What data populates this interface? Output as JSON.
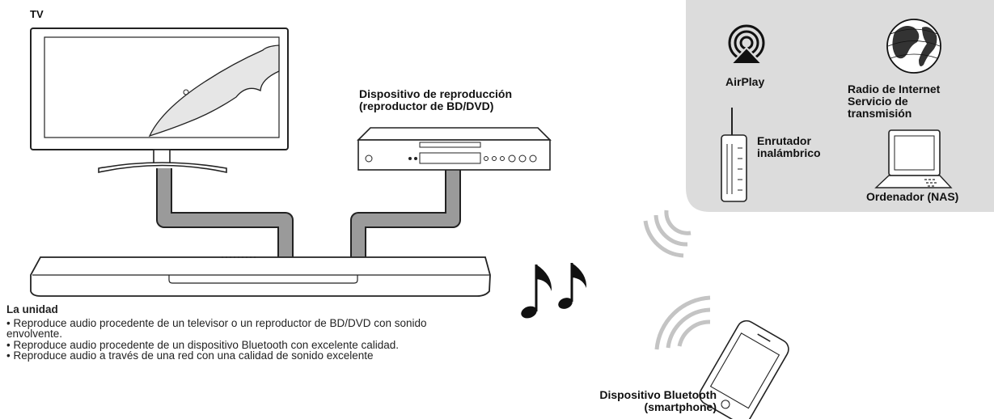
{
  "labels": {
    "tv": "TV",
    "player_line1": "Dispositivo de reproducción",
    "player_line2": "(reproductor de BD/DVD)",
    "airplay": "AirPlay",
    "radio_line1": "Radio de Internet",
    "radio_line2": "Servicio de",
    "radio_line3": "transmisión",
    "router_line1": "Enrutador",
    "router_line2": "inalámbrico",
    "computer": "Ordenador (NAS)",
    "bluetooth_line1": "Dispositivo Bluetooth",
    "bluetooth_line2": "(smartphone)"
  },
  "description": {
    "title": "La unidad",
    "bullets": [
      "• Reproduce audio procedente de un televisor o un reproductor de BD/DVD con sonido envolvente.",
      "• Reproduce audio procedente de un dispositivo Bluetooth con excelente calidad.",
      "• Reproduce audio a través de una red con una calidad de sonido excelente"
    ]
  },
  "colors": {
    "network_panel": "#dcdcdc",
    "cable": "#9a9a9a",
    "wave": "#c4c4c4",
    "outline": "#222222"
  }
}
